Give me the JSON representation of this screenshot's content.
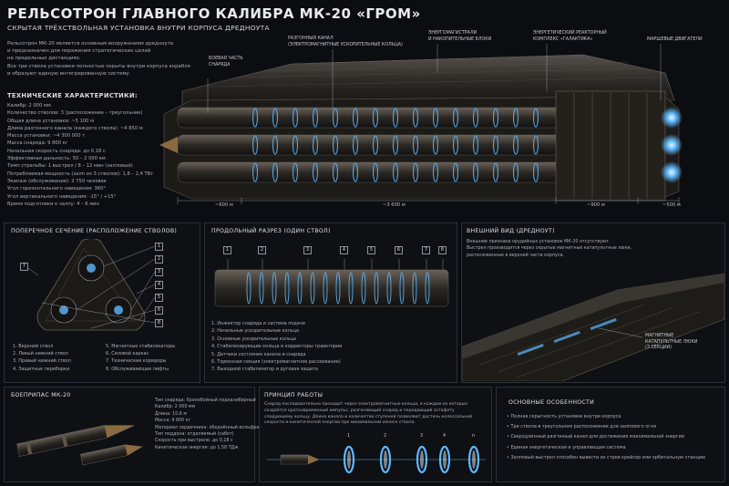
{
  "header": {
    "title": "РЕЛЬСОТРОН ГЛАВНОГО КАЛИБРА МК-20 «ГРОМ»",
    "subtitle": "СКРЫТАЯ ТРЁХСТВОЛЬНАЯ УСТАНОВКА ВНУТРИ КОРПУСА ДРЕДНОУТА"
  },
  "intro": [
    "Рельсотрон МК-20 является основным вооружением дредноута",
    "и предназначен для поражения стратегических целей",
    "на предельных дистанциях.",
    "Все три ствола установки полностью скрыты внутри корпуса корабля",
    "и образуют единую интегрированную систему."
  ],
  "specs": {
    "heading": "ТЕХНИЧЕСКИЕ ХАРАКТЕРИСТИКИ:",
    "items": [
      "Калибр: 2 000 мм",
      "Количество стволов: 3 (расположение – треугольник)",
      "Общая длина установки: ~5 100 м",
      "Длина разгонного канала (каждого ствола): ~4 850 м",
      "Масса установки: ~4 300 000 т",
      "Масса снаряда: 9 800 кг",
      "Начальная скорость снаряда: до 0,18 с",
      "Эффективная дальность: 50 – 2 000 км",
      "Темп стрельбы: 1 выстрел / 8 – 12 мин (залповый)",
      "Потребляемая мощность (залп из 3 стволов): 1,8 – 2,4 ТВт",
      "Экипаж (обслуживание): 2 750 человек",
      "Угол горизонтального наведения: 360°",
      "Угол вертикального наведения: -15° / +15°",
      "Время подготовки к залпу: 4 – 6 мин"
    ]
  },
  "callouts": {
    "warhead": [
      "БОЕВАЯ ЧАСТЬ",
      "СНАРЯДА"
    ],
    "channel": [
      "РАЗГОННЫЙ КАНАЛ",
      "(ЭЛЕКТРОМАГНИТНЫЕ УСКОРИТЕЛЬНЫЕ КОЛЬЦА)"
    ],
    "energy": [
      "ЭНЕРГОМАГИСТРАЛИ",
      "И НАКОПИТЕЛЬНЫЕ БЛОКИ"
    ],
    "reactor": [
      "ЭНЕРГЕТИЧЕСКИЙ РЕАКТОРНЫЙ",
      "КОМПЛЕКС «ГАЛАКТИКА»"
    ],
    "engines": [
      "МАРШЕВЫЕ ДВИГАТЕЛИ"
    ]
  },
  "dimensions": [
    "~600 м",
    "~3 600 м",
    "~900 м",
    "~500 м"
  ],
  "cross_section": {
    "heading": "ПОПЕРЕЧНОЕ СЕЧЕНИЕ (РАСПОЛОЖЕНИЕ СТВОЛОВ)",
    "numbers": [
      "1",
      "2",
      "3",
      "4",
      "5",
      "6",
      "7",
      "8"
    ],
    "legend_left": [
      "1. Верхний ствол",
      "2. Левый нижний ствол",
      "3. Правый нижний ствол",
      "4. Защитные переборки"
    ],
    "legend_right": [
      "5. Магнитные стабилизаторы",
      "6. Силовой каркас",
      "7. Технические коридоры",
      "8. Обслуживающие лифты"
    ]
  },
  "long_section": {
    "heading": "ПРОДОЛЬНЫЙ РАЗРЕЗ (ОДИН СТВОЛ)",
    "numbers": [
      "1",
      "2",
      "3",
      "4",
      "5",
      "6",
      "7",
      "8"
    ],
    "legend": [
      "1. Инжектор снаряда и система подачи",
      "2. Начальные ускорительные кольца",
      "3. Основные ускорительные кольца",
      "4. Стабилизирующие кольца и корректоры траектории",
      "5. Датчики состояния канала и снаряда",
      "6. Тормозная секция (электромагнитное рассеивание)",
      "7. Выходной стабилизатор и дуговая защита"
    ]
  },
  "exterior": {
    "heading": "ВНЕШНИЙ ВИД (ДРЕДНОУТ)",
    "text": [
      "Внешние признаки орудийных установок МК-20 отсутствуют.",
      "Выстрел производится через скрытые магнитные катапультные люки,",
      "расположенные в верхней части корпуса."
    ],
    "callout": [
      "МАГНИТНЫЕ",
      "КАТАПУЛЬТНЫЕ ЛЮКИ",
      "(3 СЕКЦИИ)"
    ]
  },
  "ammo": {
    "heading": "БОЕПРИПАС МК-20",
    "items": [
      "Тип снаряда: бронебойный подкалиберный",
      "Калибр: 2 000 мм",
      "Длина: 10,6 м",
      "Масса: 9 800 кг",
      "Материал сердечника: обеднённый вольфрам",
      "Тип поддона: отделяемый (сабот)",
      "Скорость при выстреле: до 0,18 с",
      "Кинетическая энергия: до 1,58 ТДж"
    ]
  },
  "principle": {
    "heading": "ПРИНЦИП РАБОТЫ",
    "text": [
      "Снаряд последовательно проходит через электромагнитные кольца, в каждом из которых",
      "создаётся кратковременный импульс, разгоняющий снаряд и передающий эстафету",
      "следующему кольцу. Длина канала и количество ступеней позволяют достичь колоссальной",
      "скорости и кинетической энергии при минимальном износе ствола."
    ],
    "ring_labels": [
      "1",
      "2",
      "3",
      "4",
      "n"
    ]
  },
  "features": {
    "heading": "ОСНОВНЫЕ ОСОБЕННОСТИ",
    "items": [
      "Полная скрытность установки внутри корпуса",
      "Три ствола в треугольном расположении для залпового огня",
      "Сверхдлинный разгонный канал для достижения максимальной энергии",
      "Единая энергетическая и управляющая система",
      "Залповый выстрел способен вывести из строя крейсер или орбитальную станцию"
    ]
  },
  "colors": {
    "accent": "#5fb8ff",
    "hull": "#3a3631",
    "bg": "#0b0d10"
  }
}
